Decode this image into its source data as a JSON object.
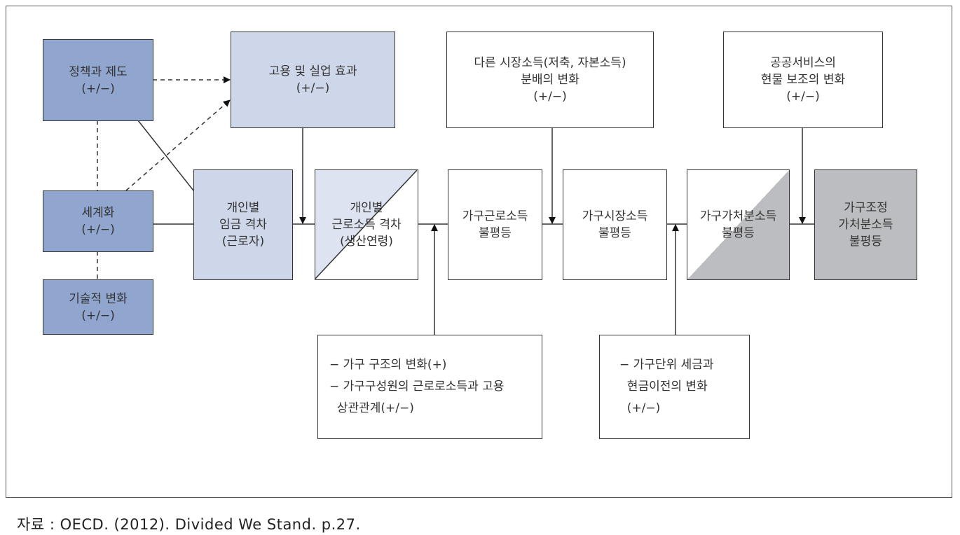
{
  "boxes": {
    "policy": {
      "line1": "정책과 제도",
      "line2": "(+/−)"
    },
    "globalization": {
      "line1": "세계화",
      "line2": "(+/−)"
    },
    "technology": {
      "line1": "기술적 변화",
      "line2": "(+/−)"
    },
    "employment": {
      "line1": "고용 및 실업 효과",
      "line2": "(+/−)"
    },
    "wage_gap": {
      "line1": "개인별",
      "line2": "임금 격차",
      "line3": "(근로자)"
    },
    "earnings_gap": {
      "line1": "개인별",
      "line2": "근로소득 격차",
      "line3": "(생산연령)"
    },
    "household_earnings": {
      "line1": "가구근로소득",
      "line2": "불평등"
    },
    "household_market": {
      "line1": "가구시장소득",
      "line2": "불평등"
    },
    "household_disposable": {
      "line1": "가구가처분소득",
      "line2": "불평등"
    },
    "household_adjusted": {
      "line1": "가구조정",
      "line2": "가처분소득",
      "line3": "불평등"
    },
    "other_market": {
      "line1": "다른 시장소득(저축, 자본소득)",
      "line2": "분배의 변화",
      "line3": "(+/−)"
    },
    "public_services": {
      "line1": "공공서비스의",
      "line2": "현물 보조의 변화",
      "line3": "(+/−)"
    },
    "household_structure": {
      "line1": "− 가구 구조의 변화(+)",
      "line2": "− 가구구성원의 근로로소득과 고용",
      "line3": "  상관관계(+/−)"
    },
    "tax_transfer": {
      "line1": "− 가구단위 세금과",
      "line2": "  현금이전의 변화",
      "line3": "  (+/−)"
    }
  },
  "caption": "자료 : OECD. (2012). Divided We Stand. p.27.",
  "colors": {
    "dark_blue": "#90a6cf",
    "light_blue": "#ced7ea",
    "grey": "#bcbdc1"
  }
}
